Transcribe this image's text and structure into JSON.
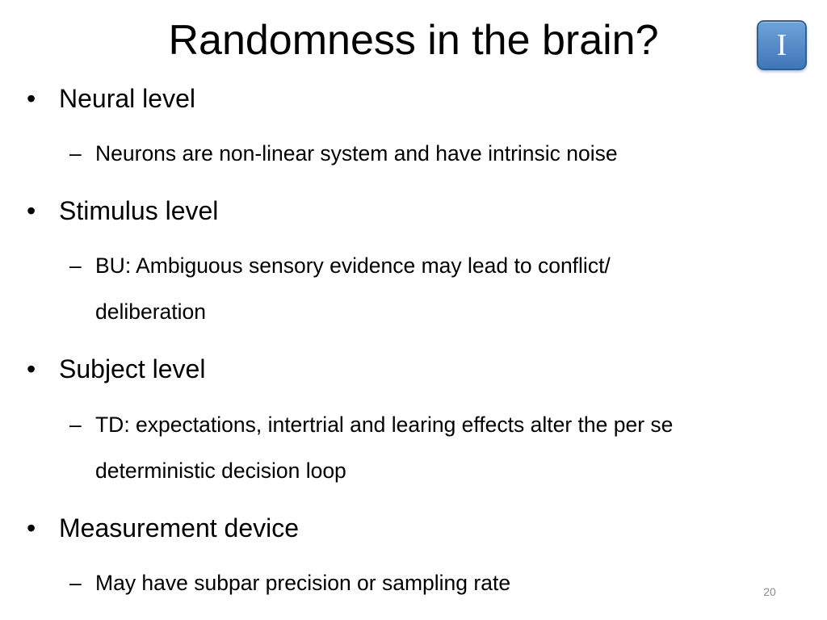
{
  "slide": {
    "title": "Randomness in the brain?",
    "badge": "I",
    "page_number": "20",
    "bullets": [
      {
        "text": "Neural level",
        "sub": "Neurons are non-linear system and have intrinsic noise"
      },
      {
        "text": "Stimulus level",
        "sub": "BU: Ambiguous sensory evidence may lead to conflict/ deliberation"
      },
      {
        "text": "Subject level",
        "sub": "TD: expectations, intertrial and learing effects alter the per se deterministic decision loop"
      },
      {
        "text": "Measurement device",
        "sub": "May have subpar precision or sampling rate"
      }
    ],
    "bullet_marker": "•",
    "sub_marker": "–"
  }
}
